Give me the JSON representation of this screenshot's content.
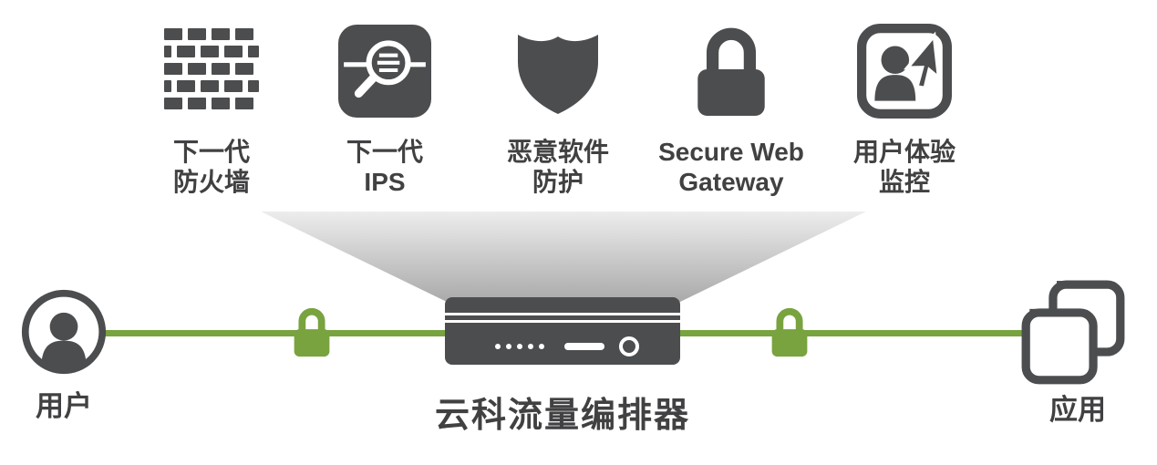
{
  "colors": {
    "icon_dark": "#4c4d4f",
    "accent_green": "#78a33f",
    "text": "#414042",
    "funnel_top": "#ededed",
    "funnel_bottom": "#a9a9a9"
  },
  "services": [
    {
      "icon": "firewall-icon",
      "label_line1": "下一代",
      "label_line2": "防火墙"
    },
    {
      "icon": "ips-icon",
      "label_line1": "下一代",
      "label_line2": "IPS"
    },
    {
      "icon": "shield-icon",
      "label_line1": "恶意软件",
      "label_line2": "防护"
    },
    {
      "icon": "lock-icon",
      "label_line1": "Secure Web",
      "label_line2": "Gateway"
    },
    {
      "icon": "user-experience-icon",
      "label_line1": "用户体验",
      "label_line2": "监控"
    }
  ],
  "endpoints": {
    "user": {
      "label": "用户"
    },
    "apps": {
      "label": "应用"
    }
  },
  "appliance": {
    "label": "云科流量编排器"
  }
}
